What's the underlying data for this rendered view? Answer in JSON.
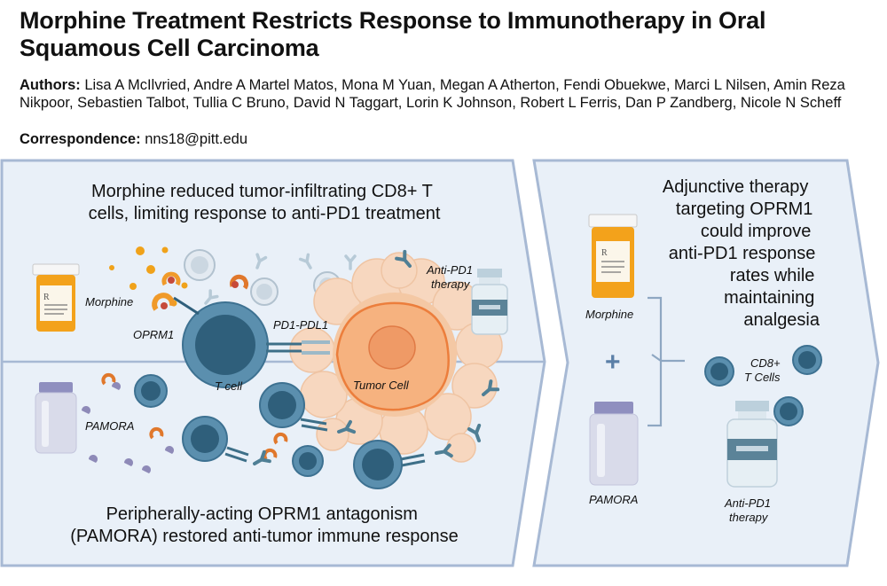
{
  "header": {
    "title": "Morphine Treatment Restricts Response to Immunotherapy in Oral Squamous Cell Carcinoma",
    "authors_label": "Authors:",
    "authors": "Lisa A McIlvried, Andre A Martel Matos, Mona M Yuan, Megan A Atherton, Fendi Obuekwe, Marci L Nilsen, Amin Reza Nikpoor, Sebastien Talbot, Tullia C Bruno, David N Taggart, Lorin K Johnson, Robert L Ferris, Dan P Zandberg, Nicole N Scheff",
    "correspondence_label": "Correspondence:",
    "correspondence": "nns18@pitt.edu"
  },
  "left_panel": {
    "top_text": [
      "Morphine reduced tumor-infiltrating CD8+ T",
      "cells, limiting response to anti-PD1 treatment"
    ],
    "bottom_text": [
      "Peripherally-acting OPRM1 antagonism",
      "(PAMORA) restored anti-tumor immune response"
    ],
    "labels": {
      "morphine": "Morphine",
      "oprm1": "OPRM1",
      "pd1_pdl1": "PD1-PDL1",
      "anti_pd1": [
        "Anti-PD1",
        "therapy"
      ],
      "t_cell": "T cell",
      "tumor_cell": "Tumor Cell",
      "pamora": "PAMORA"
    }
  },
  "right_panel": {
    "text": [
      "Adjunctive therapy",
      "targeting OPRM1",
      "could improve",
      "anti-PD1 response",
      "rates while",
      "maintaining",
      "analgesia"
    ],
    "labels": {
      "morphine": "Morphine",
      "plus": "+",
      "pamora": "PAMORA",
      "cd8": [
        "CD8+",
        "T Cells"
      ],
      "anti_pd1": [
        "Anti-PD1",
        "therapy"
      ]
    }
  },
  "colors": {
    "panel_fill": "#e9f0f8",
    "panel_stroke": "#a7b9d4",
    "tcell": "#5b8fae",
    "tcell_nucleus": "#2f5f7b",
    "tumor": "#f5b98d",
    "tumor_core": "#ef8f55",
    "pill_bottle": "#f3a21b",
    "morphine_dot": "#f0a21a"
  }
}
